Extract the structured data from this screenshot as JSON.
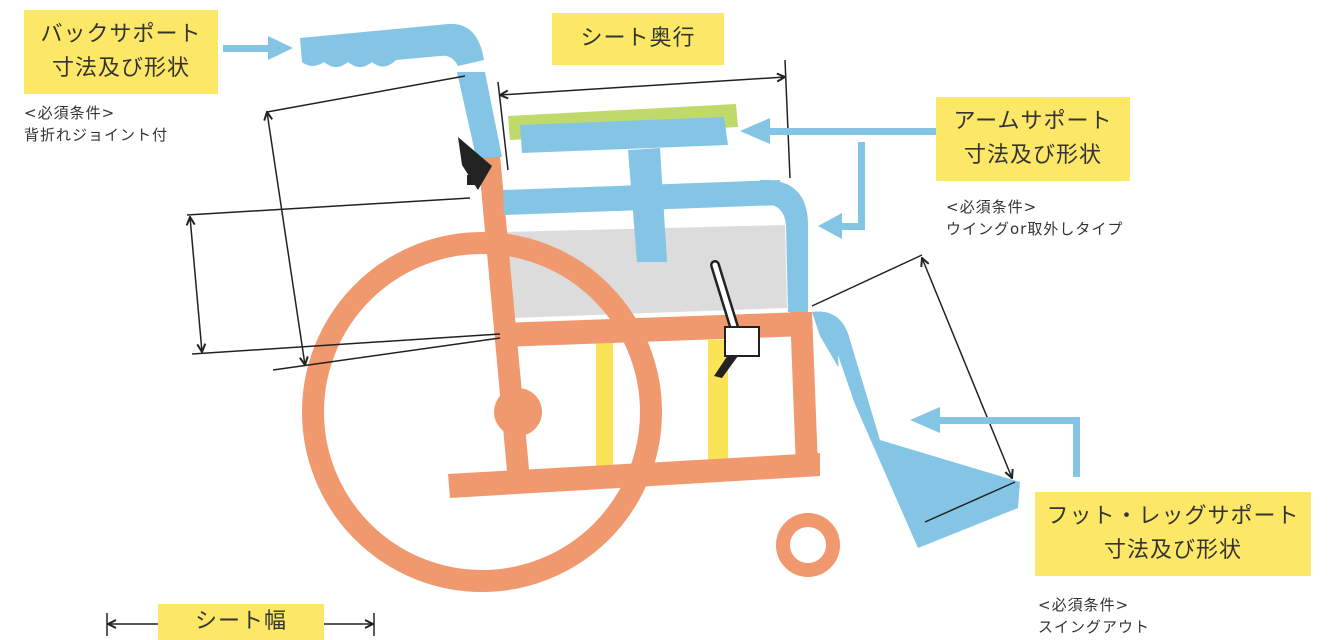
{
  "labels": {
    "back_support": {
      "line1": "バックサポート",
      "line2": "寸法及び形状"
    },
    "seat_depth": "シート奥行",
    "arm_support": {
      "line1": "アームサポート",
      "line2": "寸法及び形状"
    },
    "foot_leg_support": {
      "line1": "フット・レッグサポート",
      "line2": "寸法及び形状"
    },
    "seat_width": "シート幅"
  },
  "notes": {
    "back_support": {
      "line1": "<必須条件>",
      "line2": "背折れジョイント付"
    },
    "arm_support": {
      "line1": "<必須条件>",
      "line2": "ウイングor取外しタイプ"
    },
    "foot_leg_support": {
      "line1": "<必須条件>",
      "line2": "スイングアウト"
    }
  },
  "colors": {
    "label_bg": "#fde767",
    "frame_orange": "#f0996f",
    "support_blue": "#84c5e6",
    "seat_gray": "#dcdcdc",
    "cushion_green": "#bfd96b",
    "strut_yellow": "#fbe358",
    "dimension_line": "#222222"
  }
}
